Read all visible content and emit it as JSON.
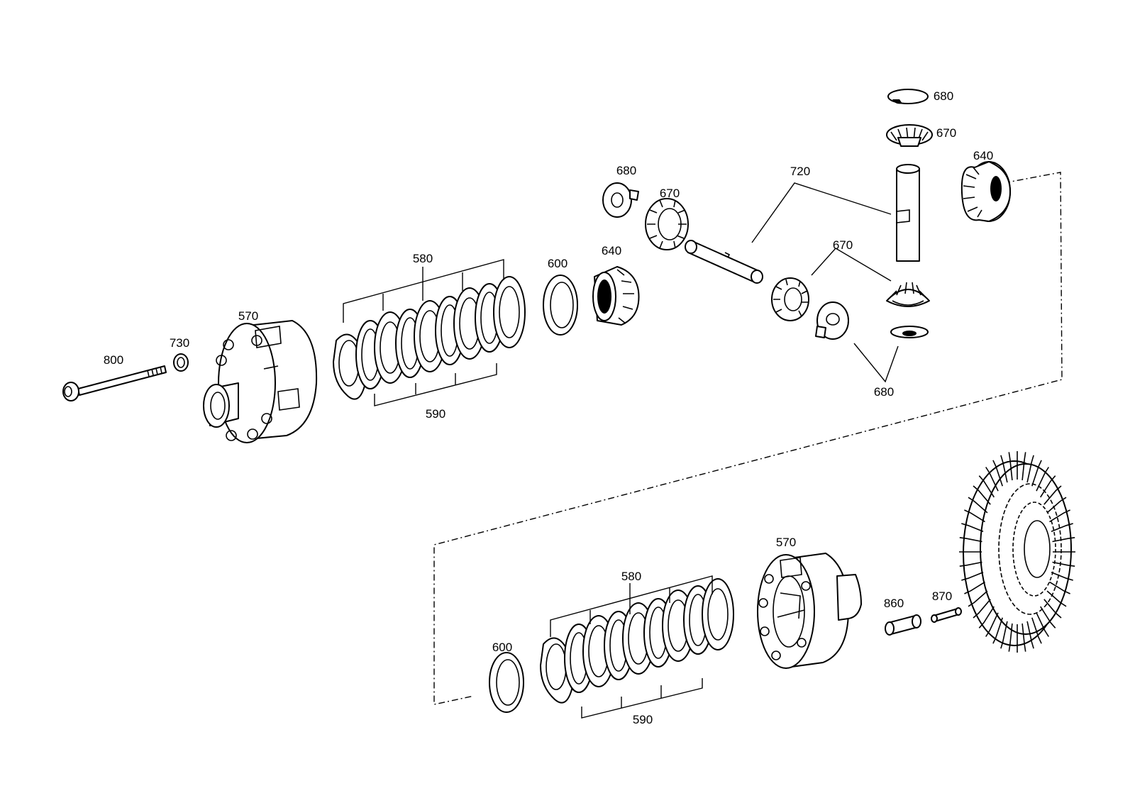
{
  "labels": {
    "bolt": "800",
    "washer": "730",
    "housing_left": "570",
    "plates_580_top": "580",
    "plates_590_top": "590",
    "disc_600_top": "600",
    "gear_640_mid": "640",
    "washer_680_left": "680",
    "gear_670_left": "670",
    "shaft_720": "720",
    "gear_670_mid": "670",
    "washer_680_bottom": "680",
    "washer_680_top": "680",
    "gear_670_top": "670",
    "gear_640_right": "640",
    "disc_600_bottom": "600",
    "plates_580_bottom": "580",
    "plates_590_bottom": "590",
    "housing_right": "570",
    "sleeve_860": "860",
    "pin_870": "870"
  }
}
